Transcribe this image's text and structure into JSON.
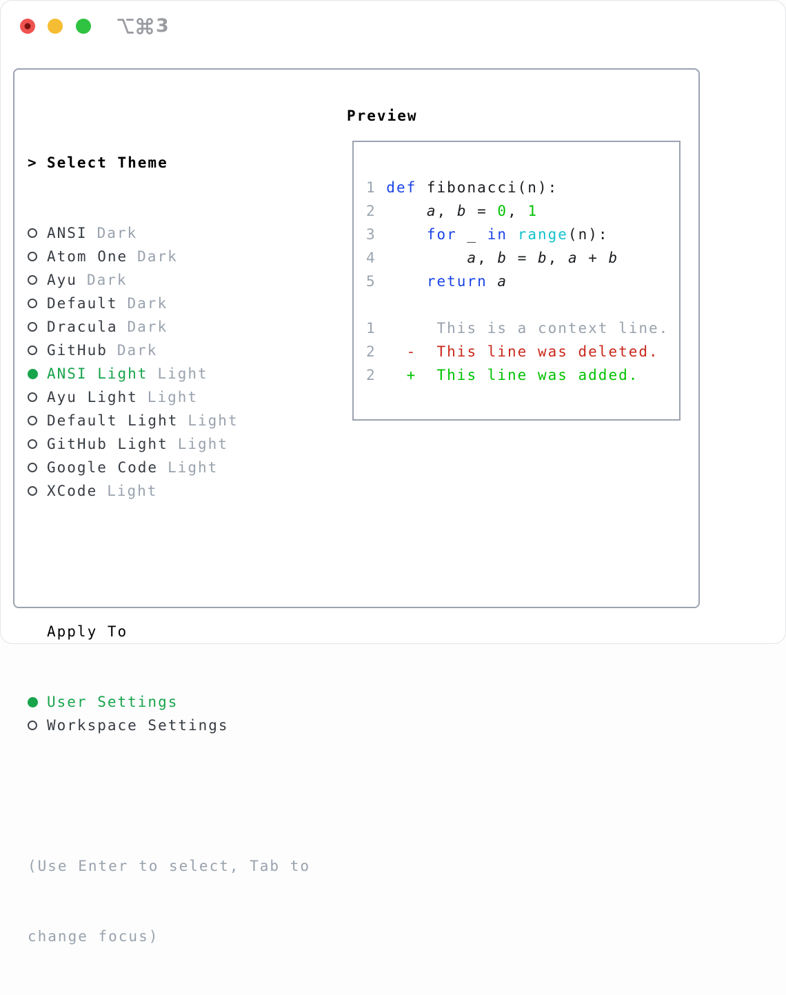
{
  "window": {
    "shortcut_number": "3",
    "traffic_lights": [
      "close",
      "minimize",
      "zoom"
    ]
  },
  "colors": {
    "selected_green": "#17a44b",
    "added_green": "#00c200",
    "deleted_red": "#c9291b",
    "keyword_blue": "#1a43e8",
    "builtin_cyan": "#12c2cd",
    "muted_gray": "#99a2ad",
    "text_dark": "#363b42",
    "border_gray": "#9aa3af",
    "traffic_red": "#ef5350",
    "traffic_yellow": "#f5bd33",
    "traffic_green": "#30c241"
  },
  "left_panel": {
    "header": {
      "marker": ">",
      "label": "Select Theme"
    },
    "themes": [
      {
        "name": "ANSI",
        "variant": "Dark",
        "selected": false
      },
      {
        "name": "Atom One",
        "variant": "Dark",
        "selected": false
      },
      {
        "name": "Ayu",
        "variant": "Dark",
        "selected": false
      },
      {
        "name": "Default",
        "variant": "Dark",
        "selected": false
      },
      {
        "name": "Dracula",
        "variant": "Dark",
        "selected": false
      },
      {
        "name": "GitHub",
        "variant": "Dark",
        "selected": false
      },
      {
        "name": "ANSI Light",
        "variant": "Light",
        "selected": true
      },
      {
        "name": "Ayu Light",
        "variant": "Light",
        "selected": false
      },
      {
        "name": "Default Light",
        "variant": "Light",
        "selected": false
      },
      {
        "name": "GitHub Light",
        "variant": "Light",
        "selected": false
      },
      {
        "name": "Google Code",
        "variant": "Light",
        "selected": false
      },
      {
        "name": "XCode",
        "variant": "Light",
        "selected": false
      }
    ],
    "apply_to": {
      "label": "Apply To",
      "options": [
        {
          "label": "User Settings",
          "selected": true
        },
        {
          "label": "Workspace Settings",
          "selected": false
        }
      ]
    },
    "hint_lines": [
      "(Use Enter to select, Tab to",
      "change focus)"
    ]
  },
  "preview": {
    "title": "Preview",
    "code_lines": [
      [
        [
          "1 ",
          "lineno"
        ],
        [
          "def",
          "kw"
        ],
        [
          " fibonacci(n):",
          "plain"
        ]
      ],
      [
        [
          "2 ",
          "lineno"
        ],
        [
          "    ",
          "plain"
        ],
        [
          "a",
          "var"
        ],
        [
          ", ",
          "plain"
        ],
        [
          "b",
          "var"
        ],
        [
          " = ",
          "plain"
        ],
        [
          "0",
          "num"
        ],
        [
          ", ",
          "plain"
        ],
        [
          "1",
          "num"
        ]
      ],
      [
        [
          "3 ",
          "lineno"
        ],
        [
          "    ",
          "plain"
        ],
        [
          "for",
          "kw"
        ],
        [
          " _ ",
          "plain"
        ],
        [
          "in",
          "kw"
        ],
        [
          " ",
          "plain"
        ],
        [
          "range",
          "builtin"
        ],
        [
          "(n):",
          "plain"
        ]
      ],
      [
        [
          "4 ",
          "lineno"
        ],
        [
          "        ",
          "plain"
        ],
        [
          "a",
          "var"
        ],
        [
          ", ",
          "plain"
        ],
        [
          "b",
          "var"
        ],
        [
          " = ",
          "plain"
        ],
        [
          "b",
          "var"
        ],
        [
          ", ",
          "plain"
        ],
        [
          "a",
          "var"
        ],
        [
          " + ",
          "plain"
        ],
        [
          "b",
          "var"
        ]
      ],
      [
        [
          "5 ",
          "lineno"
        ],
        [
          "    ",
          "plain"
        ],
        [
          "return",
          "kw"
        ],
        [
          " ",
          "plain"
        ],
        [
          "a",
          "var"
        ]
      ],
      [],
      [
        [
          "1",
          "lineno"
        ],
        [
          "      This is a context line.",
          "ctx"
        ]
      ],
      [
        [
          "2",
          "lineno"
        ],
        [
          "   -  This line was deleted.",
          "del"
        ]
      ],
      [
        [
          "2",
          "lineno"
        ],
        [
          "   +  This line was added.",
          "add"
        ]
      ]
    ]
  }
}
